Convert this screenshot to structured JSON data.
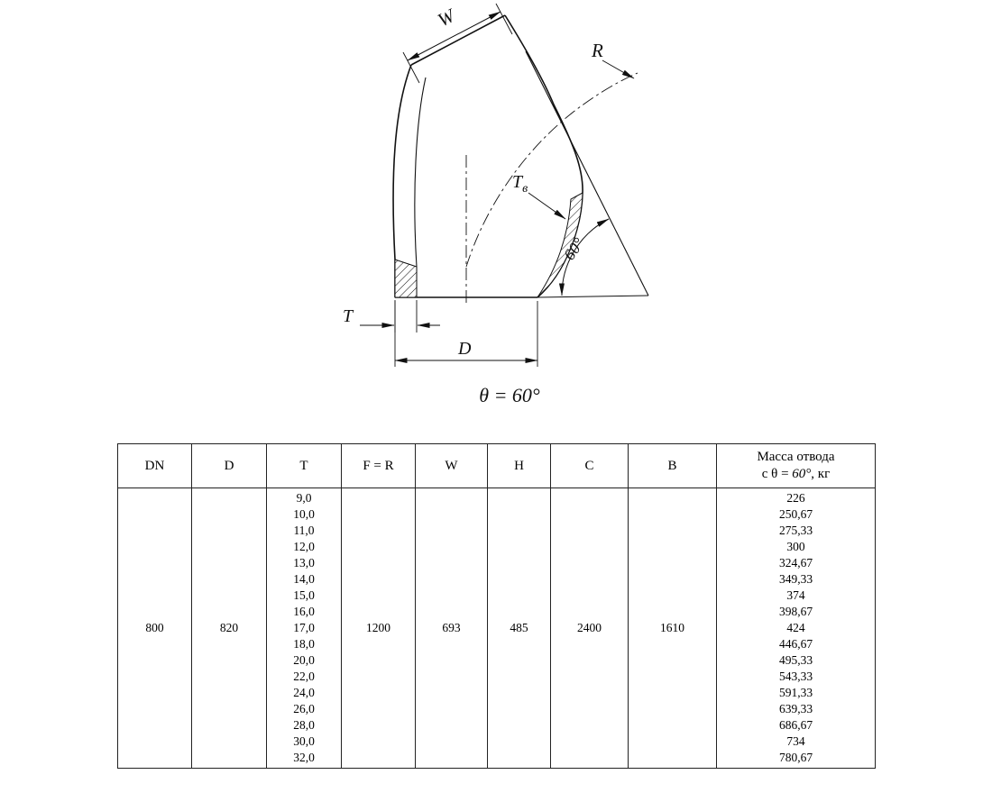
{
  "drawing": {
    "caption": "θ = 60°",
    "labels": {
      "w": "W",
      "r": "R",
      "t_inner_main": "T",
      "t_inner_sub": "в",
      "angle": "60°",
      "t": "T",
      "d": "D"
    }
  },
  "table": {
    "headers": [
      "DN",
      "D",
      "T",
      "F = R",
      "W",
      "H",
      "C",
      "B"
    ],
    "mass_header": {
      "line1": "Масса отвода",
      "prefix": "с θ = ",
      "angle": "60°",
      "suffix": ", кг"
    },
    "row": {
      "dn": "800",
      "d": "820",
      "t_values": [
        "9,0",
        "10,0",
        "11,0",
        "12,0",
        "13,0",
        "14,0",
        "15,0",
        "16,0",
        "17,0",
        "18,0",
        "20,0",
        "22,0",
        "24,0",
        "26,0",
        "28,0",
        "30,0",
        "32,0"
      ],
      "f_r": "1200",
      "w": "693",
      "h": "485",
      "c": "2400",
      "b": "1610",
      "mass_values": [
        "226",
        "250,67",
        "275,33",
        "300",
        "324,67",
        "349,33",
        "374",
        "398,67",
        "424",
        "446,67",
        "495,33",
        "543,33",
        "591,33",
        "639,33",
        "686,67",
        "734",
        "780,67"
      ]
    }
  }
}
